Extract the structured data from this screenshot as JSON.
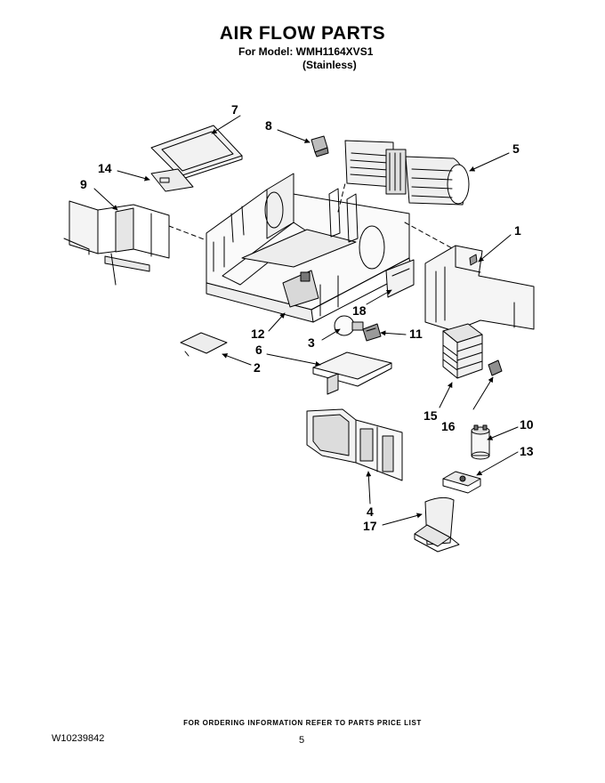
{
  "header": {
    "title": "AIR FLOW PARTS",
    "model_line": "For Model: WMH1164XVS1",
    "finish": "(Stainless)"
  },
  "callouts": [
    "1",
    "2",
    "3",
    "4",
    "5",
    "6",
    "7",
    "8",
    "9",
    "10",
    "11",
    "12",
    "13",
    "14",
    "15",
    "16",
    "17",
    "18"
  ],
  "footer": {
    "ordering_note": "FOR ORDERING INFORMATION REFER TO PARTS PRICE LIST",
    "document_number": "W10239842",
    "page_number": "5"
  }
}
